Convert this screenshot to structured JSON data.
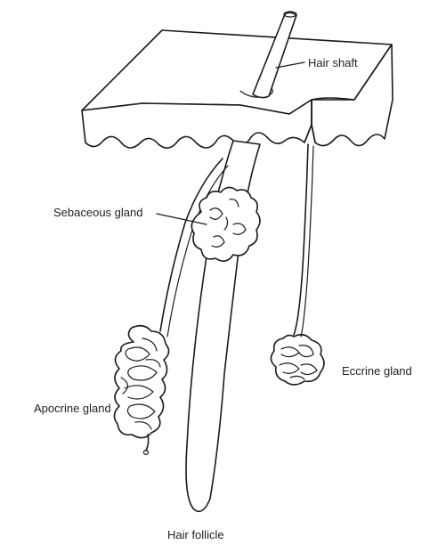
{
  "labels": {
    "hair_shaft": "Hair shaft",
    "sebaceous_gland": "Sebaceous gland",
    "eccrine_gland": "Eccrine gland",
    "apocrine_gland": "Apocrine gland",
    "hair_follicle": "Hair follicle"
  },
  "colors": {
    "ink": "#1a1a1a",
    "paper": "#ffffff"
  }
}
